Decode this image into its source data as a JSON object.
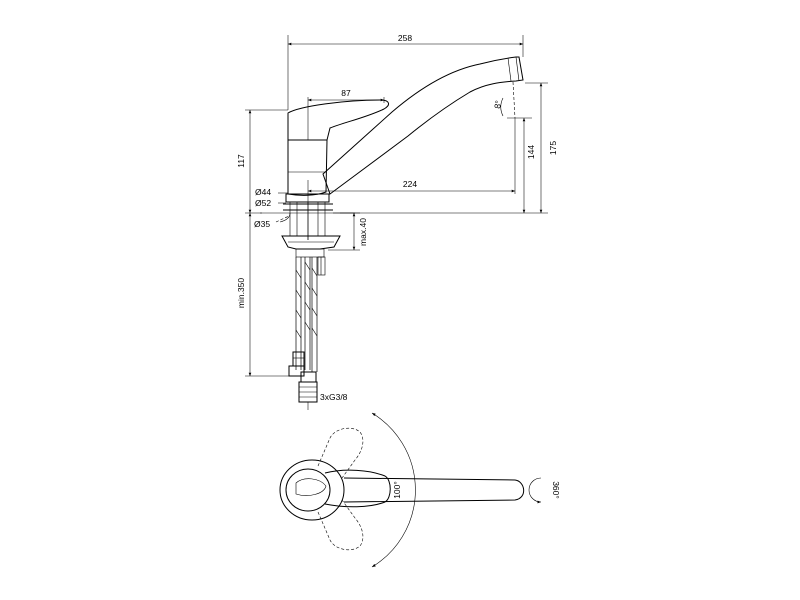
{
  "dimensions": {
    "spout_reach": "258",
    "lever_length": "87",
    "spout_to_center": "224",
    "total_height": "175",
    "outlet_height": "144",
    "body_height": "117",
    "body_diameter": "Ø44",
    "base_diameter": "Ø52",
    "hole_diameter": "Ø35",
    "max_deck": "max.40",
    "hose_length": "min.350",
    "connections": "3xG3/8",
    "outlet_angle": "8°",
    "lever_angle": "100°",
    "swivel_angle": "360°"
  },
  "colors": {
    "line": "#000000",
    "background": "#ffffff"
  }
}
